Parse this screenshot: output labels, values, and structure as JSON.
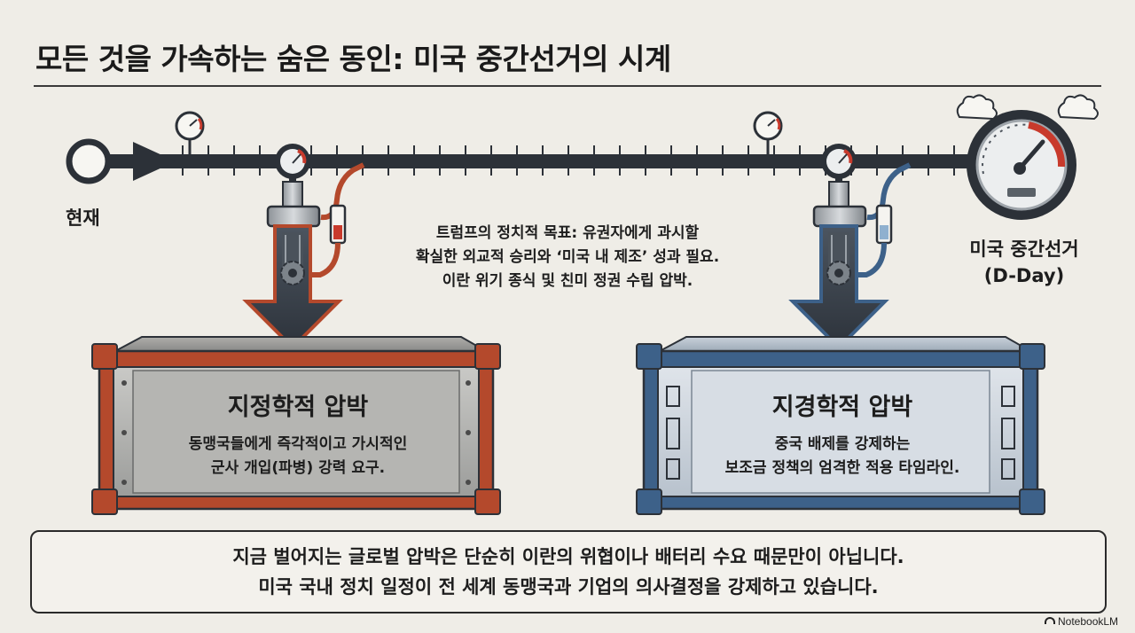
{
  "title": "모든 것을 가속하는 숨은 동인: 미국 중간선거의 시계",
  "timeline": {
    "start_label": "현재",
    "end_label_line1": "미국 중간선거",
    "end_label_line2": "(D-Day)"
  },
  "center_note": {
    "line1": "트럼프의 정치적 목표: 유권자에게 과시할",
    "line2": "확실한 외교적 승리와 ‘미국 내 제조’ 성과 필요.",
    "line3": "이란 위기 종식 및 친미 정권 수립 압박."
  },
  "left_box": {
    "title": "지정학적 압박",
    "line1": "동맹국들에게 즉각적이고 가시적인",
    "line2": "군사 개입(파병) 강력 요구."
  },
  "right_box": {
    "title": "지경학적 압박",
    "line1": "중국 배제를 강제하는",
    "line2": "보조금 정책의 엄격한 적용 타임라인."
  },
  "summary": {
    "line1": "지금 벌어지는 글로벌 압박은 단순히 이란의 위협이나 배터리 수요 때문만이 아닙니다.",
    "line2": "미국 국내 정치 일정이 전 세계 동맹국과 기업의 의사결정을 강제하고 있습니다."
  },
  "brand": "NotebookLM",
  "colors": {
    "left_box_frame": "#b4492c",
    "right_box_frame": "#3d6189",
    "gauge_red": "#c83a2c",
    "timeline": "#2c3138"
  }
}
